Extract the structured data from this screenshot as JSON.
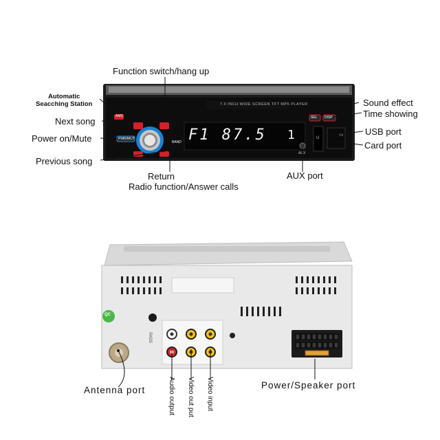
{
  "front_labels": {
    "function_switch": "Function switch/hang up",
    "auto_search_line1": "Automatic",
    "auto_search_line2": "Seacching Station",
    "next_song": "Next song",
    "power_mute": "Power on/Mute",
    "previous_song": "Previous song",
    "return": "Return",
    "radio_function": "Radio function/Answer calls",
    "aux_port": "AUX port",
    "sound_effect": "Sound effect",
    "time_showing": "Time showing",
    "usb_port": "USB port",
    "card_port": "Card port"
  },
  "panel": {
    "model_text": "7.0 INCH WIDE SCREEN TFT MP5 PLAYER",
    "display_readout": "F1 87.5",
    "display_suffix": "1",
    "btn_ams": "AMS",
    "btn_pwr": "PWR/MUT",
    "btn_band": "BAND",
    "btn_sel": "SEL",
    "btn_disp": "DISP",
    "btn_aux": "AUX",
    "btn_usb": "U",
    "btn_tv": "TV"
  },
  "back_labels": {
    "antenna_port": "Antenna port",
    "audio_output": "Audio output",
    "video_out_put": "Video out put",
    "video_input": "Video input",
    "power_speaker_port": "Power/Speaker  port",
    "sticker_text": "QC",
    "rca_text": "PASS"
  },
  "colors": {
    "panel": "#111111",
    "accent_blue": "#1e8ee6",
    "accent_red": "#d3202a",
    "rca_yellow": "#f2c21b",
    "rca_red": "#d52b2b",
    "sticker_green": "#49b847"
  }
}
